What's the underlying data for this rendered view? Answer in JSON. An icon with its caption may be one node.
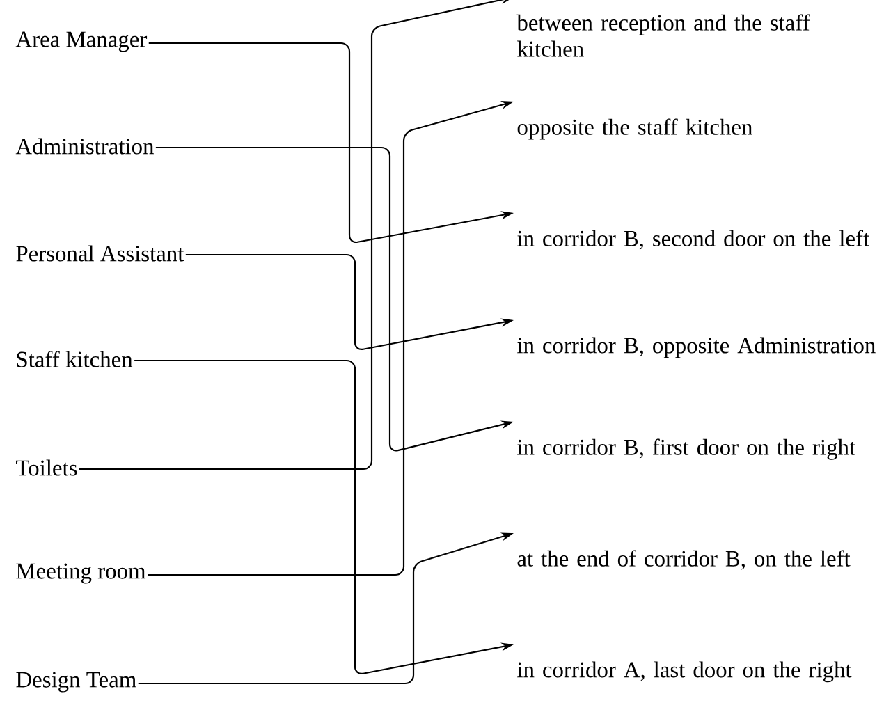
{
  "diagram": {
    "nodes": [
      {
        "text": [
          "Area Manager"
        ]
      },
      {
        "text": [
          "Administration"
        ]
      },
      {
        "text": [
          "Personal Assistant"
        ]
      },
      {
        "text": [
          "Staff kitchen"
        ]
      },
      {
        "text": [
          "Toilets"
        ]
      },
      {
        "text": [
          "Meeting room"
        ]
      },
      {
        "text": [
          "Design Team"
        ]
      },
      {
        "text": [
          "between reception and the staff kitchen"
        ]
      },
      {
        "text": [
          "opposite the staff kitchen"
        ]
      },
      {
        "text": [
          "in corridor B, second door on the left"
        ]
      },
      {
        "text": [
          "in corridor B, opposite Administration"
        ]
      },
      {
        "text": [
          "in corridor B, first door on the right"
        ]
      },
      {
        "text": [
          "at the end of corridor B, on the left"
        ]
      },
      {
        "text": [
          "in corridor A, last door on the right"
        ]
      }
    ],
    "edges": [
      {
        "from": 0,
        "to": 9,
        "arrow": "to"
      },
      {
        "from": 1,
        "to": 11,
        "arrow": "to"
      },
      {
        "from": 2,
        "to": 10,
        "arrow": "to"
      },
      {
        "from": 3,
        "to": 13,
        "arrow": "to"
      },
      {
        "from": 4,
        "to": 7,
        "arrow": "to"
      },
      {
        "from": 5,
        "to": 8,
        "arrow": "to"
      },
      {
        "from": 6,
        "to": 12,
        "arrow": "to"
      }
    ]
  }
}
